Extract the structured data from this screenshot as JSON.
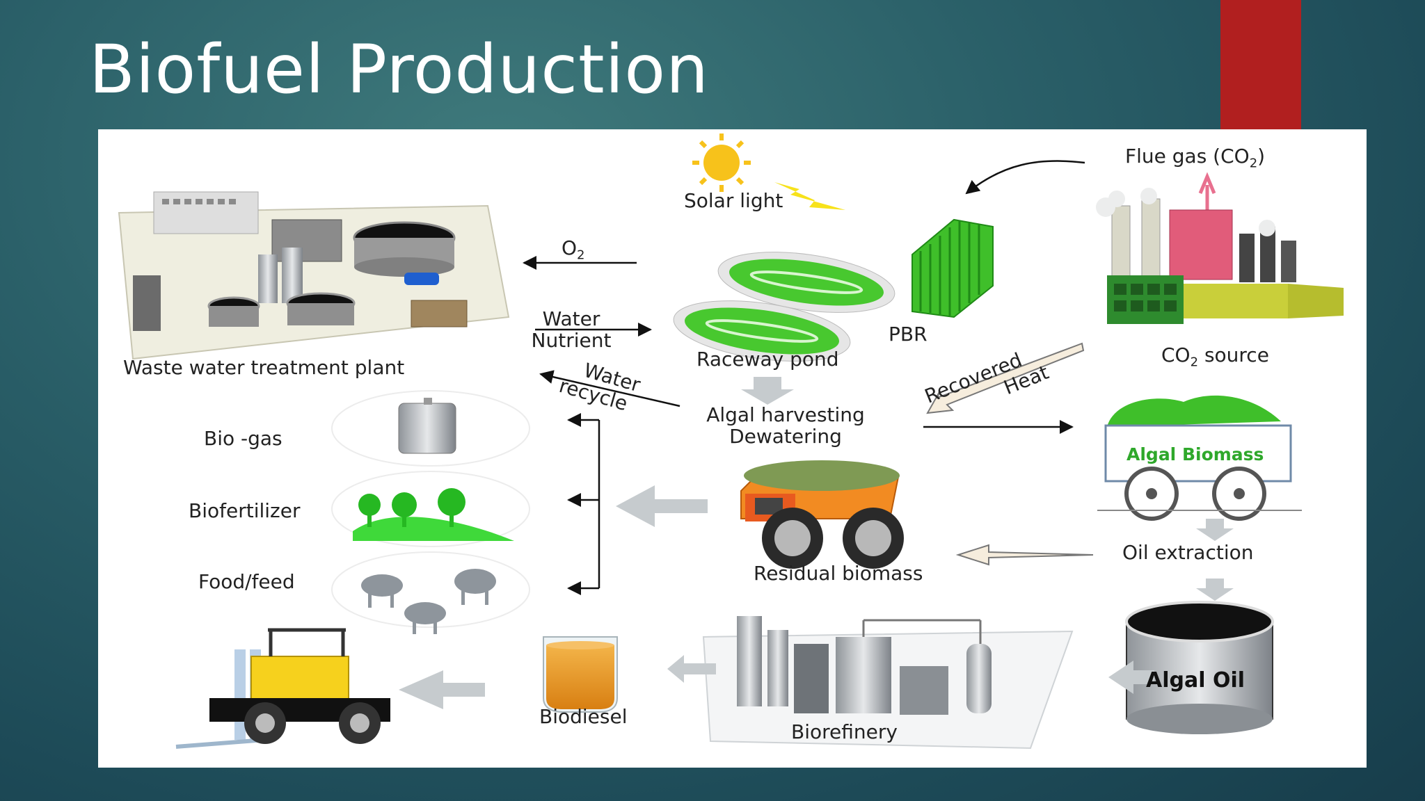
{
  "slide": {
    "title": "Biofuel Production",
    "accent_color": "#b11f1f"
  },
  "diagram": {
    "labels": {
      "solar_light": "Solar light",
      "flue_gas": "Flue gas (CO",
      "flue_gas_sub": "2",
      "flue_gas_end": ")",
      "pbr": "PBR",
      "co2_source_a": "CO",
      "co2_source_sub": "2",
      "co2_source_b": " source",
      "o2": "O",
      "o2_sub": "2",
      "water_nutrient_1": "Water",
      "water_nutrient_2": "Nutrient",
      "raceway_pond": "Raceway pond",
      "waste_water_plant": "Waste water treatment plant",
      "water_recycle_1": "Water",
      "water_recycle_2": "recycle",
      "recovered": "Recovered",
      "heat": "Heat",
      "algal_harvesting_1": "Algal harvesting",
      "algal_harvesting_2": "Dewatering",
      "algal_biomass": "Algal Biomass",
      "bio_gas": "Bio -gas",
      "biofertilizer": "Biofertilizer",
      "food_feed": "Food/feed",
      "residual_biomass": "Residual biomass",
      "oil_extraction": "Oil extraction",
      "algal_oil": "Algal Oil",
      "biodiesel": "Biodiesel",
      "biorefinery": "Biorefinery"
    },
    "icons": [
      "sun-icon",
      "lightning-icon",
      "factory-icon",
      "pbr-panel-icon",
      "raceway-pond-icon",
      "treatment-plant-icon",
      "biogas-tank-icon",
      "trees-icon",
      "sheep-icon",
      "dump-truck-icon",
      "minecart-icon",
      "oil-drum-icon",
      "beaker-icon",
      "refinery-icon",
      "forklift-icon"
    ],
    "colors": {
      "algae_green": "#3fbf2a",
      "arrow_gray": "#c6cbce",
      "sun_yellow": "#f7c21b"
    }
  }
}
